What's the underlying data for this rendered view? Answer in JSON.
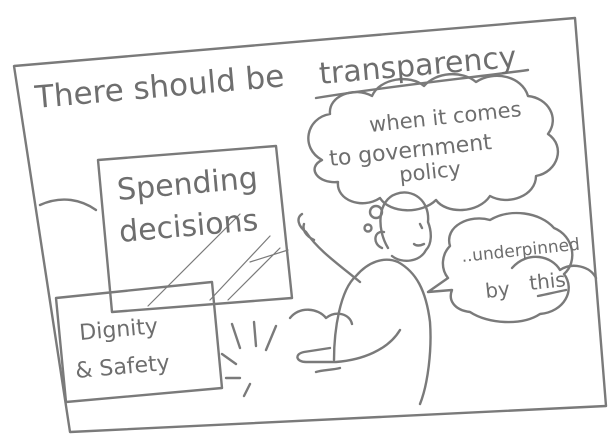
{
  "sketch": {
    "heading_prefix": "There should be",
    "heading_keyword": "transparency",
    "cloud_text_line1": "when it comes",
    "cloud_text_line2": "to government",
    "cloud_text_line3": "policy",
    "board_text_line1": "Spending",
    "board_text_line2": "decisions",
    "sign_text_line1": "Dignity",
    "sign_text_line2": "& Safety",
    "bubble_text_line1": "..underpinned",
    "bubble_text_line2": "by",
    "bubble_text_keyword": "this"
  },
  "colors": {
    "ink": "#6e6e6e",
    "paper": "#ffffff"
  }
}
